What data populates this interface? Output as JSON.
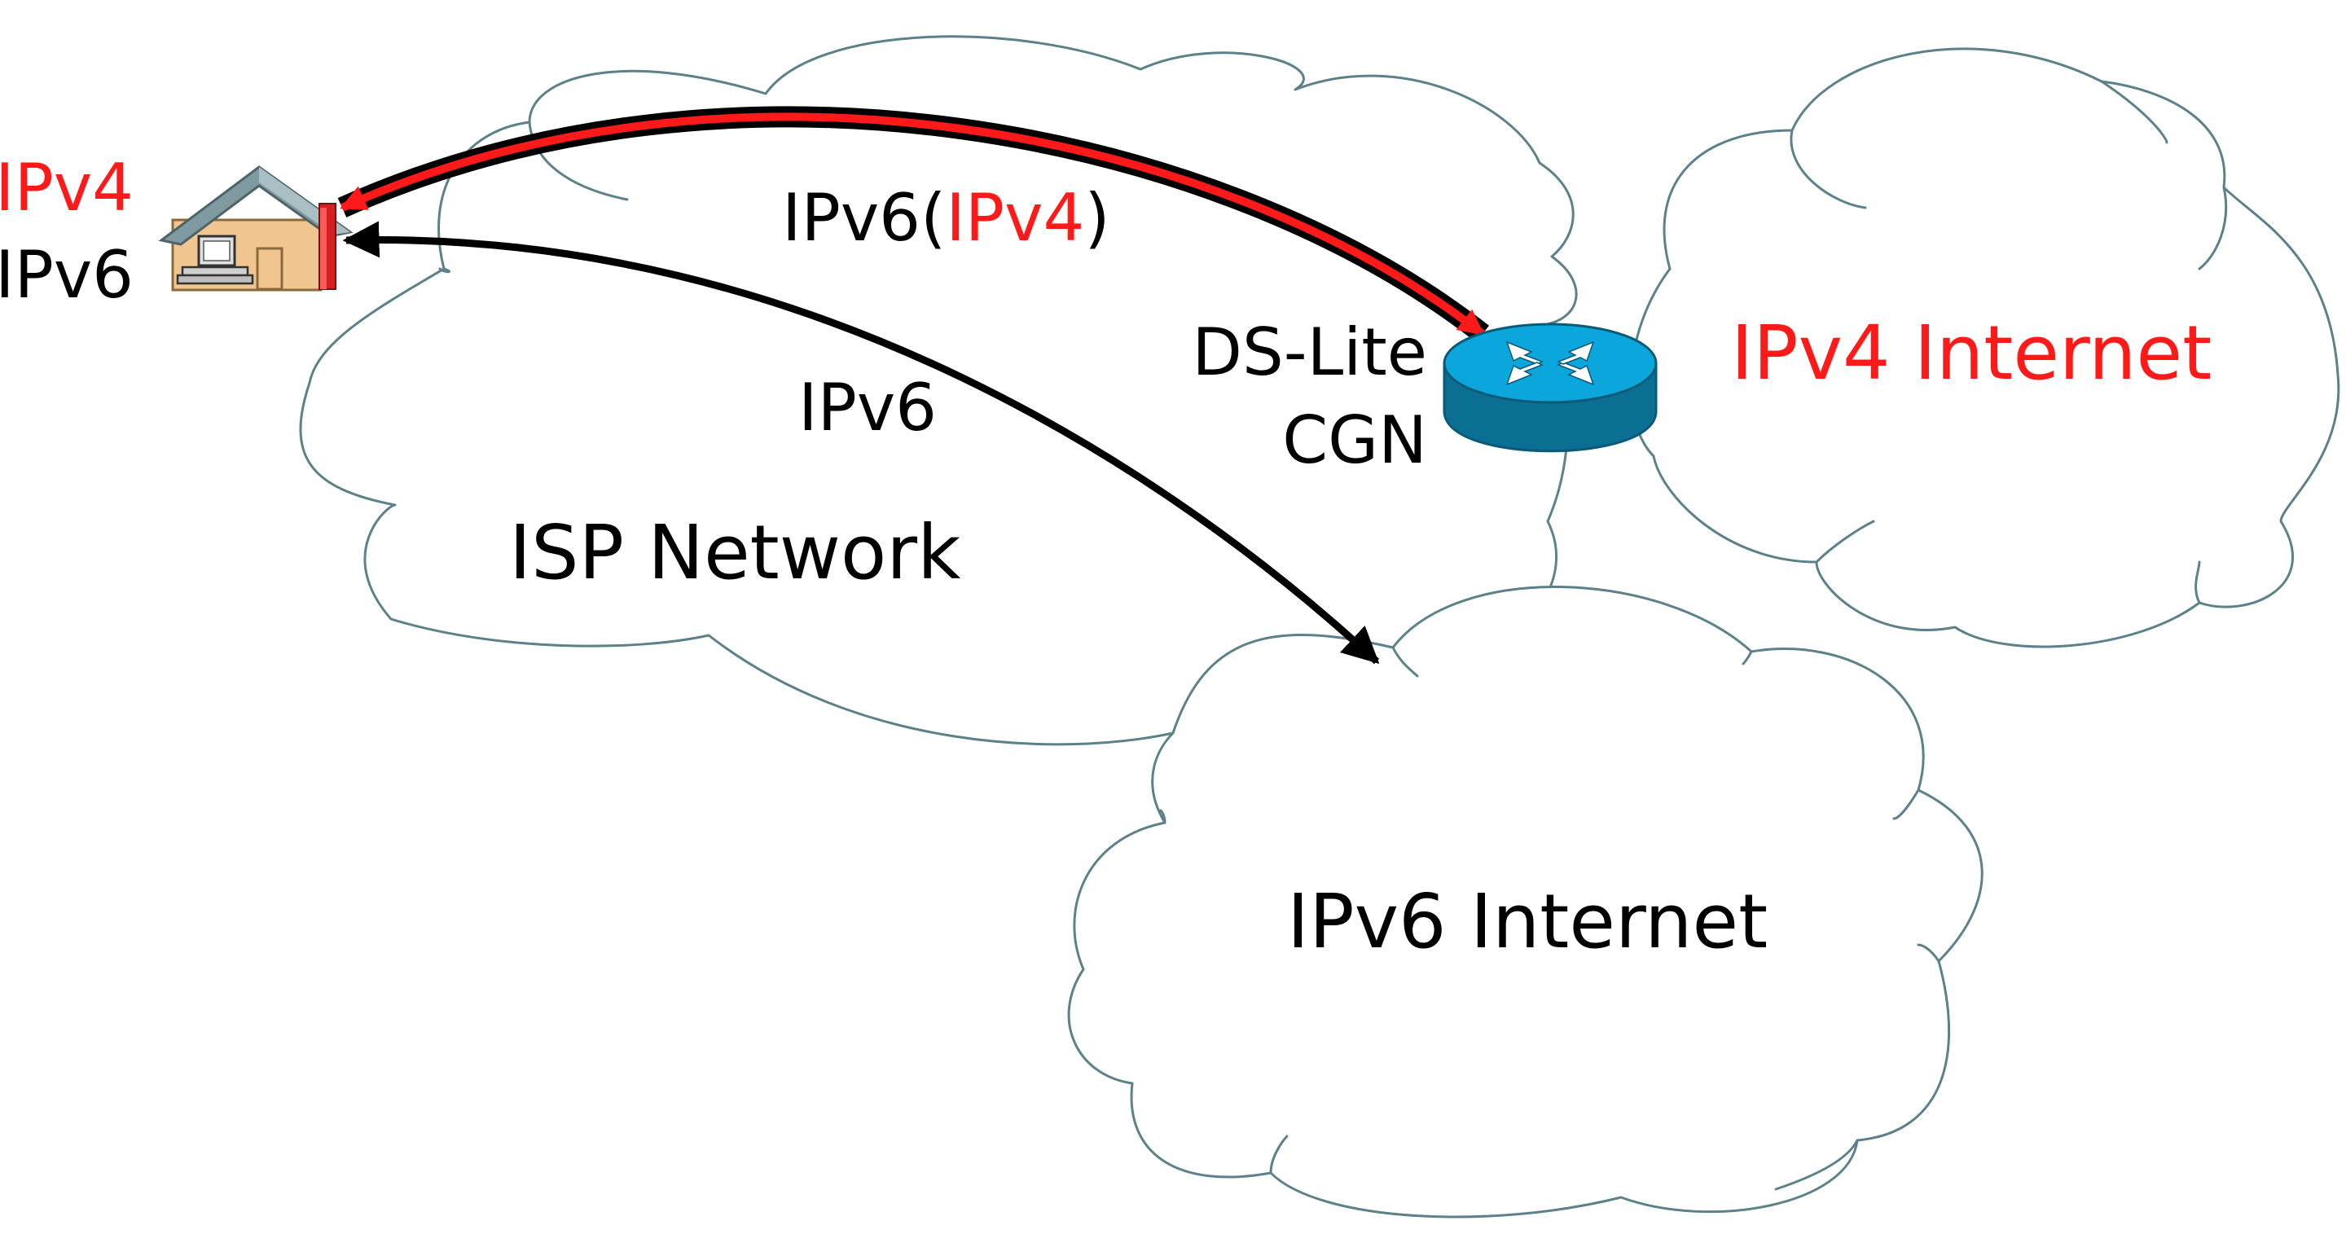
{
  "colors": {
    "black": "#000000",
    "red": "#ff1a1a",
    "cloud_stroke": "#5c8188",
    "router_fill": "#0aa6dc",
    "router_dark": "#0b6f93",
    "house_wall": "#f0c590",
    "house_roof": "#7f9aa0",
    "chimney": "#d62020"
  },
  "home": {
    "icon": "house-icon",
    "ipv4_label": "IPv4",
    "ipv6_label": "IPv6"
  },
  "tunnel": {
    "outer_label": "IPv6(",
    "inner_label": "IPv4",
    "close_label": ")"
  },
  "native_label": "IPv6",
  "clouds": {
    "isp": "ISP Network",
    "ipv4_internet": "IPv4 Internet",
    "ipv6_internet": "IPv6 Internet"
  },
  "router": {
    "icon": "router-icon",
    "label_line1": "DS-Lite",
    "label_line2": "CGN"
  }
}
